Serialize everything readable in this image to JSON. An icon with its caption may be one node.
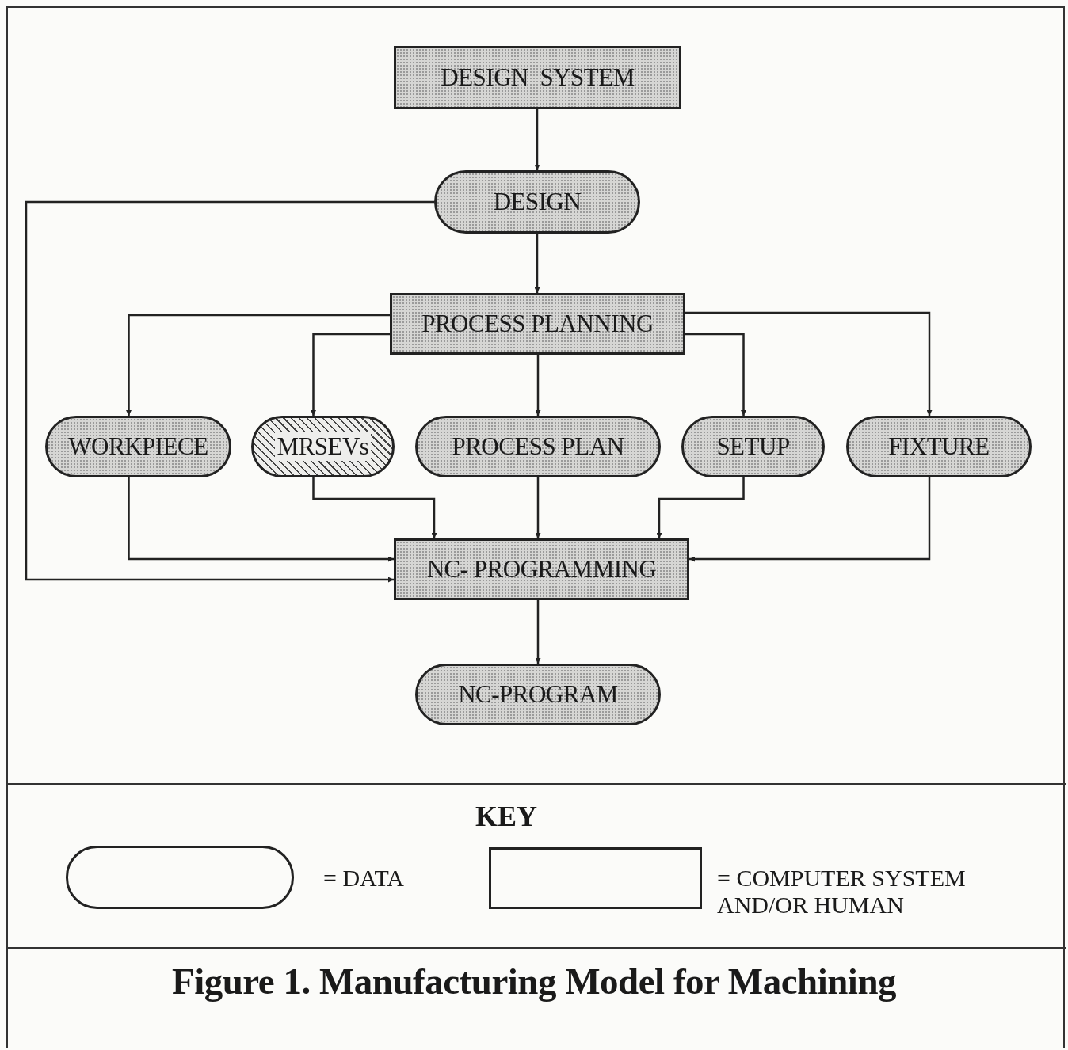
{
  "diagram": {
    "caption": "Figure 1.  Manufacturing Model for Machining",
    "nodes": [
      {
        "text": [
          "DESIGN  SYSTEM"
        ]
      },
      {
        "text": [
          "DESIGN"
        ]
      },
      {
        "text": [
          "PROCESS PLANNING"
        ]
      },
      {
        "text": [
          "WORKPIECE"
        ]
      },
      {
        "text": [
          "MRSEVs"
        ]
      },
      {
        "text": [
          "PROCESS PLAN"
        ]
      },
      {
        "text": [
          "SETUP"
        ]
      },
      {
        "text": [
          "FIXTURE"
        ]
      },
      {
        "text": [
          "NC- PROGRAMMING"
        ]
      },
      {
        "text": [
          "NC-PROGRAM"
        ]
      }
    ],
    "edges": [
      {
        "from": 0,
        "to": 1,
        "arrow": "to"
      },
      {
        "from": 1,
        "to": 2,
        "arrow": "to"
      },
      {
        "from": 2,
        "to": 3,
        "arrow": "to"
      },
      {
        "from": 2,
        "to": 4,
        "arrow": "to"
      },
      {
        "from": 2,
        "to": 5,
        "arrow": "to"
      },
      {
        "from": 2,
        "to": 6,
        "arrow": "to"
      },
      {
        "from": 2,
        "to": 7,
        "arrow": "to"
      },
      {
        "from": 3,
        "to": 8,
        "arrow": "to"
      },
      {
        "from": 4,
        "to": 8,
        "arrow": "to"
      },
      {
        "from": 5,
        "to": 8,
        "arrow": "to"
      },
      {
        "from": 6,
        "to": 8,
        "arrow": "to"
      },
      {
        "from": 7,
        "to": 8,
        "arrow": "to"
      },
      {
        "from": 1,
        "to": 8,
        "arrow": "to"
      },
      {
        "from": 8,
        "to": 9,
        "arrow": "to"
      }
    ],
    "labels": [
      "KEY"
    ],
    "legend": [
      {
        "text": "= DATA"
      },
      {
        "text": "= COMPUTER SYSTEM AND/OR HUMAN"
      }
    ]
  }
}
